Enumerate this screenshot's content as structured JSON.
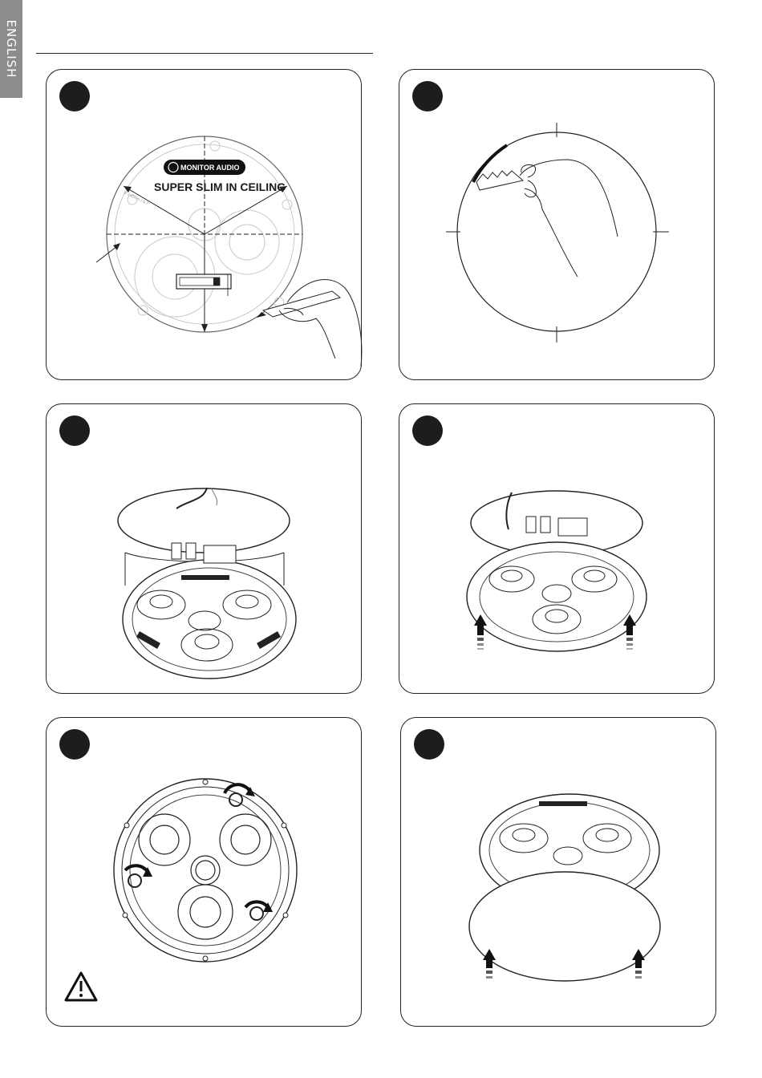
{
  "sidebar": {
    "language": "ENGLISH"
  },
  "panels": [
    {
      "id": "step-mark-cutout",
      "logo": "MONITOR AUDIO",
      "product_label": "SUPER SLIM  IN CEILING"
    },
    {
      "id": "step-cut-hole"
    },
    {
      "id": "step-insert-speaker"
    },
    {
      "id": "step-push-into-ceiling"
    },
    {
      "id": "step-tighten-clamps",
      "icons": [
        "warning-icon"
      ]
    },
    {
      "id": "step-fit-grille"
    }
  ],
  "colors": {
    "sidebar": "#8c8c8c",
    "outline": "#222222",
    "badge": "#1d1d1d"
  }
}
